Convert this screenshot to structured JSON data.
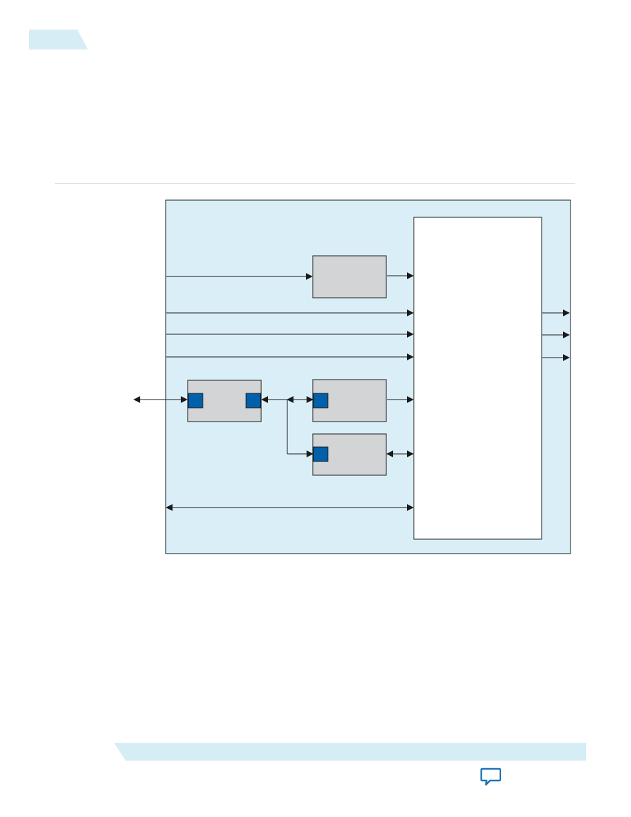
{
  "colors": {
    "page_background": "#ffffff",
    "accent_light_blue": "#d6edf6",
    "diagram_background": "#d9eef6",
    "block_fill": "#d3d4d6",
    "port_fill": "#0060a9",
    "line": "#1a1a1a",
    "rule": "#d9d9d9",
    "feedback_icon": "#1f73b7"
  },
  "icons": {
    "feedback": "speech-bubble-icon",
    "arrowhead": "arrowhead-icon"
  },
  "diagram": {
    "blocks": [
      {
        "id": "large-block"
      },
      {
        "id": "upper-block"
      },
      {
        "id": "left-block"
      },
      {
        "id": "middle-block"
      },
      {
        "id": "lower-block"
      }
    ],
    "ports": [
      {
        "id": "left-block-input-port"
      },
      {
        "id": "left-block-output-port"
      },
      {
        "id": "middle-block-port"
      },
      {
        "id": "lower-block-port"
      }
    ]
  }
}
